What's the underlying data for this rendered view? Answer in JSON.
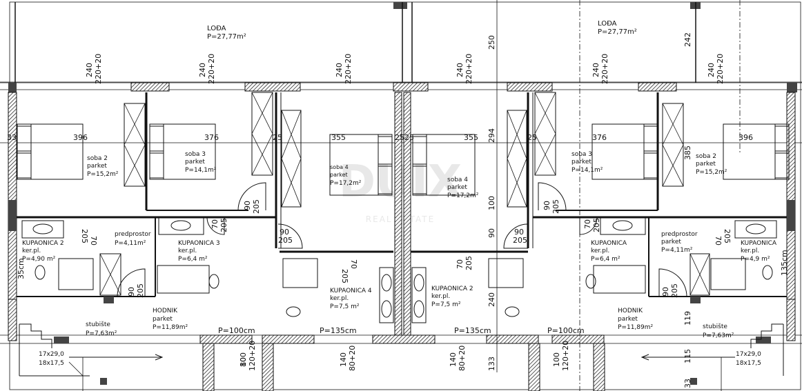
{
  "rooms": {
    "loda_left": {
      "name": "LOĐA",
      "area": "P=27,77m²"
    },
    "loda_right": {
      "name": "LOĐA",
      "area": "P=27,77m²"
    },
    "soba2_left": {
      "name": "soba 2",
      "floor": "parket",
      "area": "P=15,2m²"
    },
    "soba3_left": {
      "name": "soba 3",
      "floor": "parket",
      "area": "P=14,1m²"
    },
    "soba4_left": {
      "name": "soba 4",
      "floor": "parket",
      "area": "P=17,2m²"
    },
    "soba4_right": {
      "name": "soba 4",
      "floor": "parket",
      "area": "P=17,2m²"
    },
    "soba3_right": {
      "name": "soba 3",
      "floor": "parket",
      "area": "P=14,1m²"
    },
    "soba2_right": {
      "name": "soba 2",
      "floor": "parket",
      "area": "P=15,2m²"
    },
    "kupaonica2_left": {
      "name": "KUPAONICA 2",
      "floor": "ker.pl.",
      "area": "P=4,90 m²"
    },
    "predprostor_left": {
      "name": "predprostor",
      "area": "P=4,11m²"
    },
    "kupaonica3_left": {
      "name": "KUPAONICA 3",
      "floor": "ker.pl.",
      "area": "P=6,4 m²"
    },
    "kupaonica4": {
      "name": "KUPAONICA 4",
      "floor": "ker.pl.",
      "area": "P=7,5 m²"
    },
    "kupaonica2_mid": {
      "name": "KUPAONICA 2",
      "floor": "ker.pl.",
      "area": "P=7,5 m²"
    },
    "kupaonica_right": {
      "name": "KUPAONICA",
      "floor": "ker.pl.",
      "area": "P=6,4 m²"
    },
    "predprostor_right": {
      "name": "predprostor",
      "floor": "parket",
      "area": "P=4,11m²"
    },
    "kupaonica_far_right": {
      "name": "KUPAONICA",
      "floor": "ker.pl.",
      "area": "P=4,9 m²"
    },
    "hodnik_left": {
      "name": "HODNIK",
      "floor": "parket",
      "area": "P=11,89m²"
    },
    "hodnik_right": {
      "name": "HODNIK",
      "floor": "parket",
      "area": "P=11,89m²"
    },
    "stubiste_left": {
      "name": "stubište",
      "area": "P=7,63m²",
      "step1": "17x29,0",
      "step2": "18x17,5"
    },
    "stubiste_right": {
      "name": "stubište",
      "area": "P=7,63m²",
      "step1": "17x29,0",
      "step2": "18x17,5"
    }
  },
  "openings": {
    "p100_left": "P=100cm",
    "p135_left": "P=135cm",
    "p135_right": "P=135cm",
    "p100_right": "P=100cm"
  },
  "dimensions": {
    "top_240": "240",
    "top_220": "220+20",
    "v250": "250",
    "v242": "242",
    "v294": "294",
    "v385": "385",
    "v100": "100",
    "v90": "90",
    "v240": "240",
    "v119": "119",
    "v133": "133",
    "v115": "115",
    "v33": "33",
    "h396": "396",
    "h376": "376",
    "h355": "355",
    "h25": "25",
    "h2525": "2525",
    "d90": "90",
    "d205": "205",
    "d70": "70",
    "d140": "140",
    "d80": "80+20",
    "d120": "120+20",
    "d135cm": "135cm",
    "d35cm": "35cm",
    "d80s": "80"
  },
  "watermark": {
    "logo": "DUIX",
    "sub": "REAL ESTATE"
  }
}
